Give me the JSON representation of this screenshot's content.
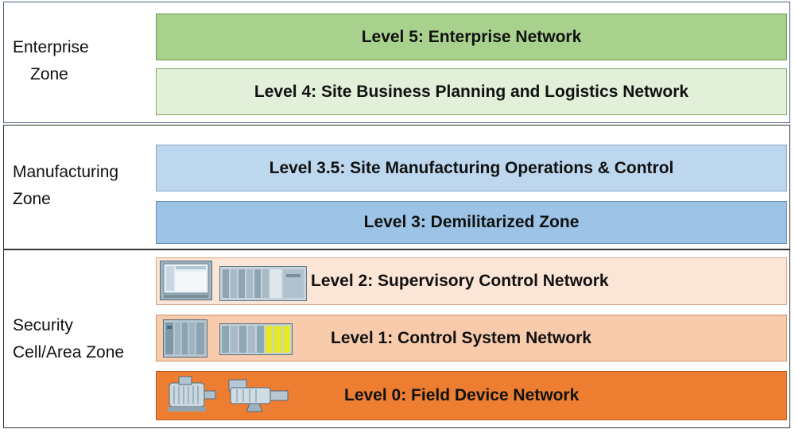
{
  "zones": {
    "enterprise": {
      "line1": "Enterprise",
      "line2": "Zone"
    },
    "manufacturing": {
      "line1": "Manufacturing",
      "line2": "Zone"
    },
    "security": {
      "line1": "Security",
      "line2": "Cell/Area Zone"
    }
  },
  "levels": {
    "l5": {
      "label": "Level 5: Enterprise Network",
      "color": "#a9d18e"
    },
    "l4": {
      "label": "Level 4: Site Business Planning and Logistics Network",
      "color": "#e2efd9"
    },
    "l35": {
      "label": "Level 3.5: Site Manufacturing Operations & Control",
      "color": "#bdd7ee"
    },
    "l3": {
      "label": "Level 3: Demilitarized Zone",
      "color": "#9dc3e6"
    },
    "l2": {
      "label": "Level 2: Supervisory Control Network",
      "color": "#fbe5d6"
    },
    "l1": {
      "label": "Level 1: Control System Network",
      "color": "#f8cbad"
    },
    "l0": {
      "label": "Level 0: Field Device Network",
      "color": "#ed7d31"
    }
  },
  "icons": {
    "l2_left": "hmi-panel-icon",
    "l2_right": "server-rack-icon",
    "l1_left": "plc-module-icon",
    "l1_right": "io-module-rack-icon",
    "l0_left": "motor-icon",
    "l0_right": "servo-motor-icon"
  }
}
